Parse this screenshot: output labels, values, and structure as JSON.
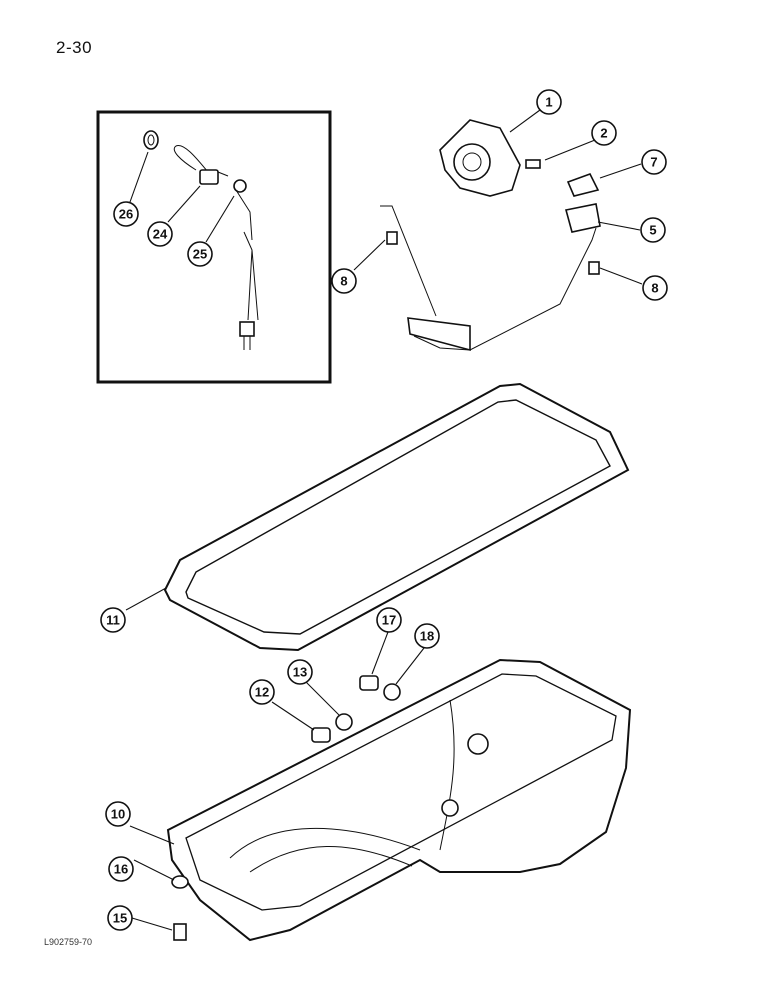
{
  "page": {
    "number": "2-30",
    "figure_code": "L902759-70"
  },
  "callouts": [
    {
      "id": "c1",
      "label": "1"
    },
    {
      "id": "c2",
      "label": "2"
    },
    {
      "id": "c7",
      "label": "7"
    },
    {
      "id": "c5",
      "label": "5"
    },
    {
      "id": "c8a",
      "label": "8"
    },
    {
      "id": "c8b",
      "label": "8"
    },
    {
      "id": "c26",
      "label": "26"
    },
    {
      "id": "c24",
      "label": "24"
    },
    {
      "id": "c25",
      "label": "25"
    },
    {
      "id": "c11",
      "label": "11"
    },
    {
      "id": "c17",
      "label": "17"
    },
    {
      "id": "c18",
      "label": "18"
    },
    {
      "id": "c13",
      "label": "13"
    },
    {
      "id": "c12",
      "label": "12"
    },
    {
      "id": "c10",
      "label": "10"
    },
    {
      "id": "c16",
      "label": "16"
    },
    {
      "id": "c15",
      "label": "15"
    }
  ]
}
